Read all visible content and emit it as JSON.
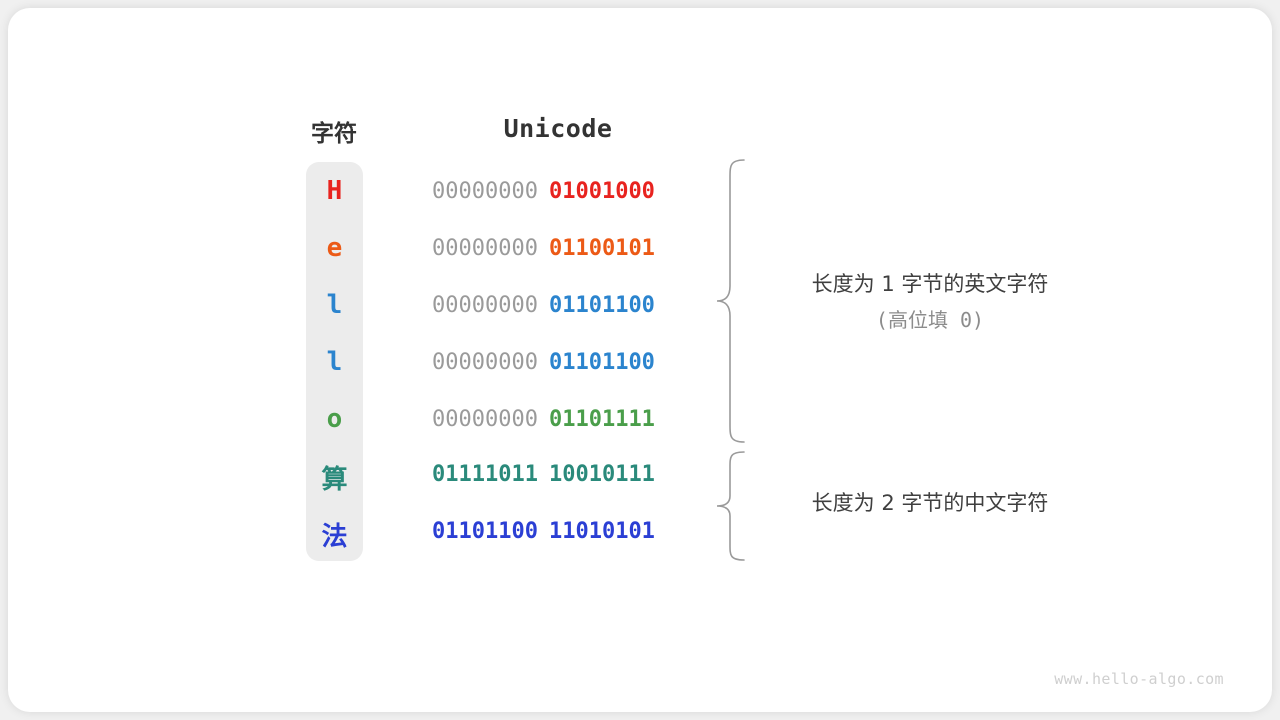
{
  "figure": {
    "title_chars": "字符",
    "title_unicode": "Unicode",
    "watermark": "www.hello-algo.com",
    "colors": {
      "char_column_bg": "#ececec",
      "high_byte_grey": "#9a9a9a",
      "header_text": "#333333",
      "annotation_text": "#3f3f3f",
      "annotation_sub_text": "#8c8c8c",
      "brace": "#9a9a9a",
      "watermark": "#cfcfcf",
      "card_bg": "#ffffff",
      "page_bg": "#f0f0f0"
    }
  },
  "rows": [
    {
      "char": "H",
      "color": "#e8231f",
      "high_byte": "00000000",
      "low_byte": "01001000",
      "high_is_data": false,
      "script": "latin"
    },
    {
      "char": "e",
      "color": "#ec5a16",
      "high_byte": "00000000",
      "low_byte": "01100101",
      "high_is_data": false,
      "script": "latin"
    },
    {
      "char": "l",
      "color": "#2b84ce",
      "high_byte": "00000000",
      "low_byte": "01101100",
      "high_is_data": false,
      "script": "latin"
    },
    {
      "char": "l",
      "color": "#2b84ce",
      "high_byte": "00000000",
      "low_byte": "01101100",
      "high_is_data": false,
      "script": "latin"
    },
    {
      "char": "o",
      "color": "#4a9e4a",
      "high_byte": "00000000",
      "low_byte": "01101111",
      "high_is_data": false,
      "script": "latin"
    },
    {
      "char": "算",
      "color": "#2a8a7b",
      "high_byte": "01111011",
      "low_byte": "10010111",
      "high_is_data": true,
      "script": "cjk"
    },
    {
      "char": "法",
      "color": "#2b3fd4",
      "high_byte": "01101100",
      "low_byte": "11010101",
      "high_is_data": true,
      "script": "cjk"
    }
  ],
  "annotations": [
    {
      "main": "长度为 1 字节的英文字符",
      "sub": "(高位填 0)"
    },
    {
      "main": "长度为 2 字节的中文字符",
      "sub": ""
    }
  ],
  "chart_data": {
    "type": "table",
    "title": "Unicode encoding of characters",
    "columns": [
      "字符",
      "Unicode"
    ],
    "rows": [
      {
        "字符": "H",
        "Unicode": "00000000 01001000"
      },
      {
        "字符": "e",
        "Unicode": "00000000 01100101"
      },
      {
        "字符": "l",
        "Unicode": "00000000 01101100"
      },
      {
        "字符": "l",
        "Unicode": "00000000 01101100"
      },
      {
        "字符": "o",
        "Unicode": "00000000 01101111"
      },
      {
        "字符": "算",
        "Unicode": "01111011 10010111"
      },
      {
        "字符": "法",
        "Unicode": "01101100 11010101"
      }
    ],
    "groups": [
      {
        "label": "长度为 1 字节的英文字符 (高位填 0)",
        "row_indices": [
          0,
          1,
          2,
          3,
          4
        ]
      },
      {
        "label": "长度为 2 字节的中文字符",
        "row_indices": [
          5,
          6
        ]
      }
    ]
  }
}
